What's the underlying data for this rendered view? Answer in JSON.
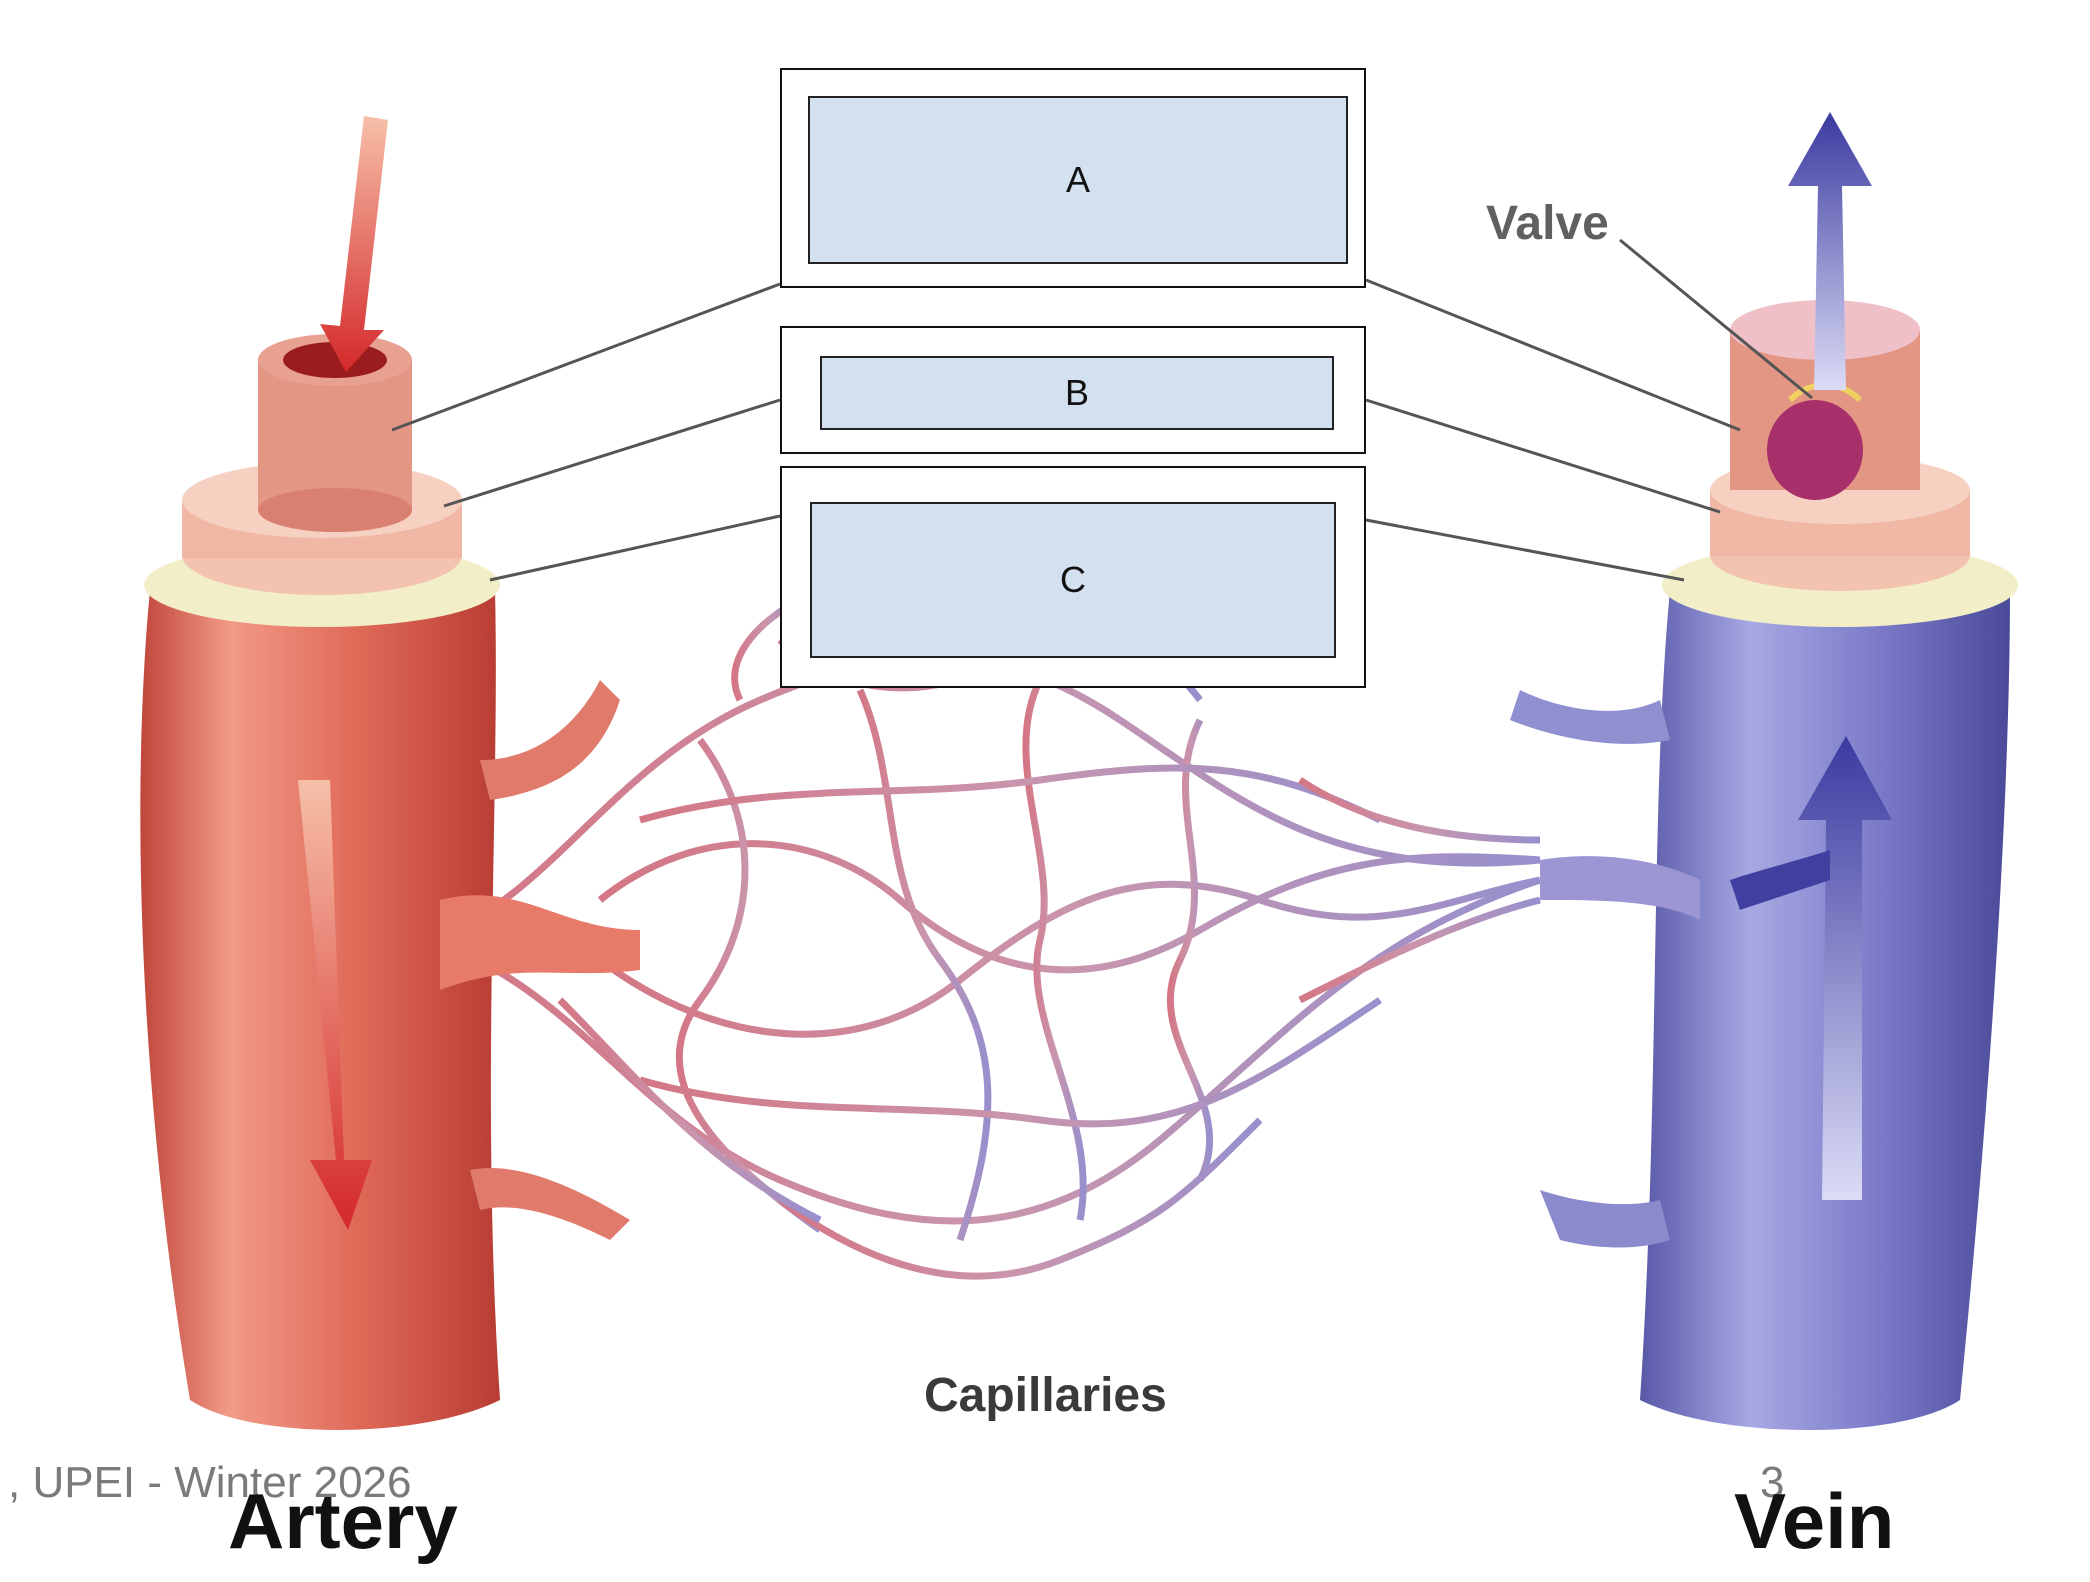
{
  "labels": {
    "a": "A",
    "b": "B",
    "c": "C"
  },
  "annotations": {
    "valve": "Valve",
    "capillaries": "Capillaries",
    "artery": "Artery",
    "vein": "Vein"
  },
  "footer": {
    "text": ", UPEI - Winter 2026",
    "page_number": "3"
  },
  "colors": {
    "artery": "#d9604f",
    "vein": "#7474c4",
    "label_fill": "#d3e0ef",
    "capillary": "#c08098"
  }
}
